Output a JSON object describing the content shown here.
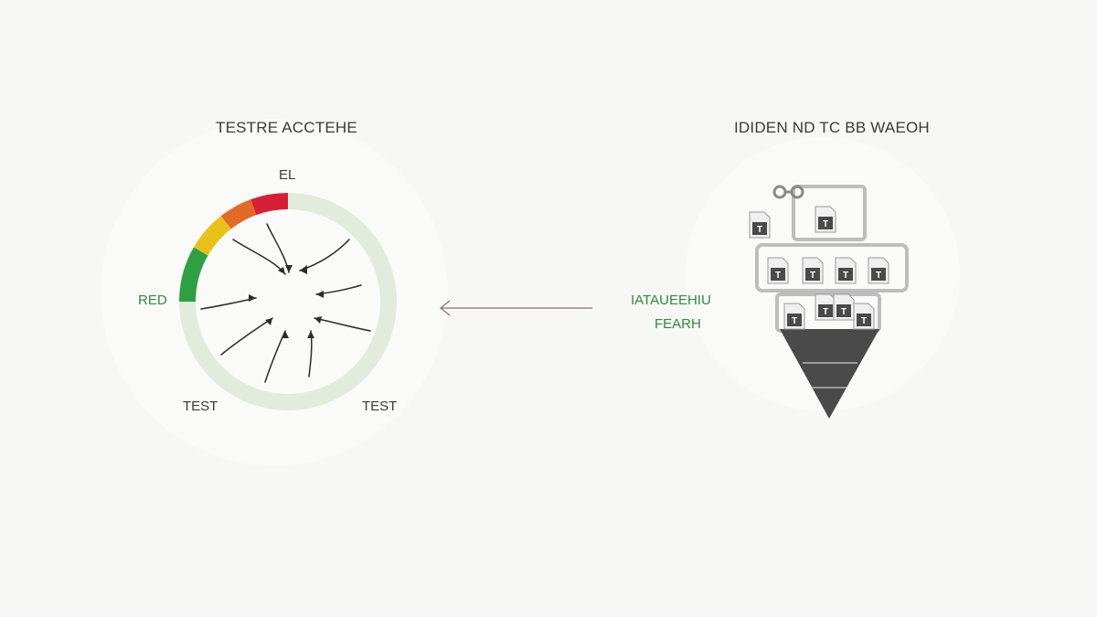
{
  "left_panel": {
    "title": "TESTRE ACCTEHE",
    "gauge_top_label": "EL",
    "gauge_side_label": "RED",
    "bottom_left_label": "TEST",
    "bottom_right_label": "TEST",
    "gauge_colors": [
      "#2ea043",
      "#e8c21a",
      "#e06a26",
      "#d61f36"
    ]
  },
  "right_panel": {
    "title": "IDIDEN ND TC BB WAEOH",
    "mid_label_line1": "IATAUEEHIU",
    "mid_label_line2": "FEARH",
    "file_glyph": "T"
  },
  "colors": {
    "accent_green": "#2f8a3a",
    "ring": "#e3ebdf",
    "funnel": "#4a4a4a"
  }
}
